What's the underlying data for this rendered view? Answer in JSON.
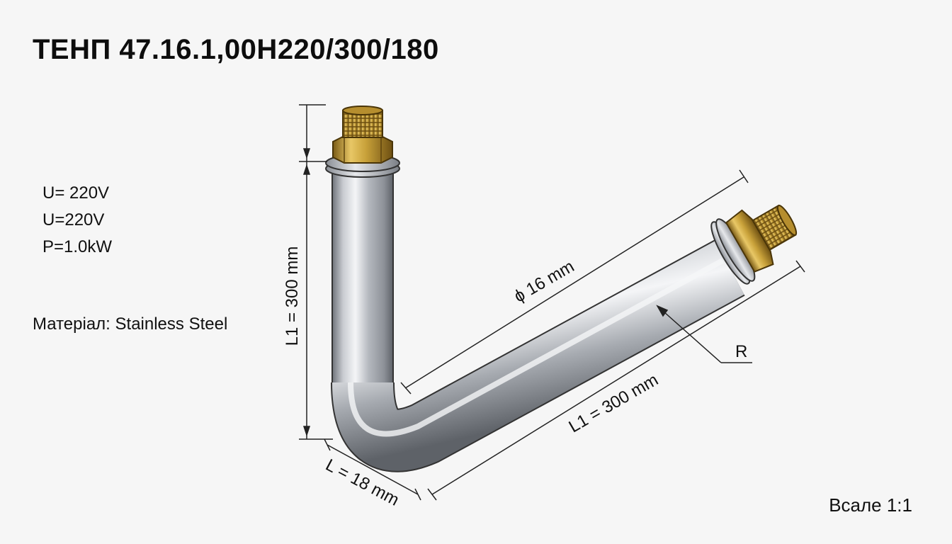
{
  "title": "ТЕНП 47.16.1,00Н220/300/180",
  "specs": {
    "voltage_1": "U= 220V",
    "voltage_2": "U=220V",
    "power": "P=1.0kW"
  },
  "material": "Матерiал: Stainless Steel",
  "scale": "Bcалe 1:1",
  "dimensions": {
    "vertical_length": "L1 = 300 mm",
    "diameter": "ɸ 16 mm",
    "diagonal_length": "L1 = 300 mm",
    "bend_length": "L = 18 mm",
    "radius": "R"
  },
  "colors": {
    "brass": "#c9a23a",
    "steel": "#b8bcc2",
    "line": "#222222"
  }
}
